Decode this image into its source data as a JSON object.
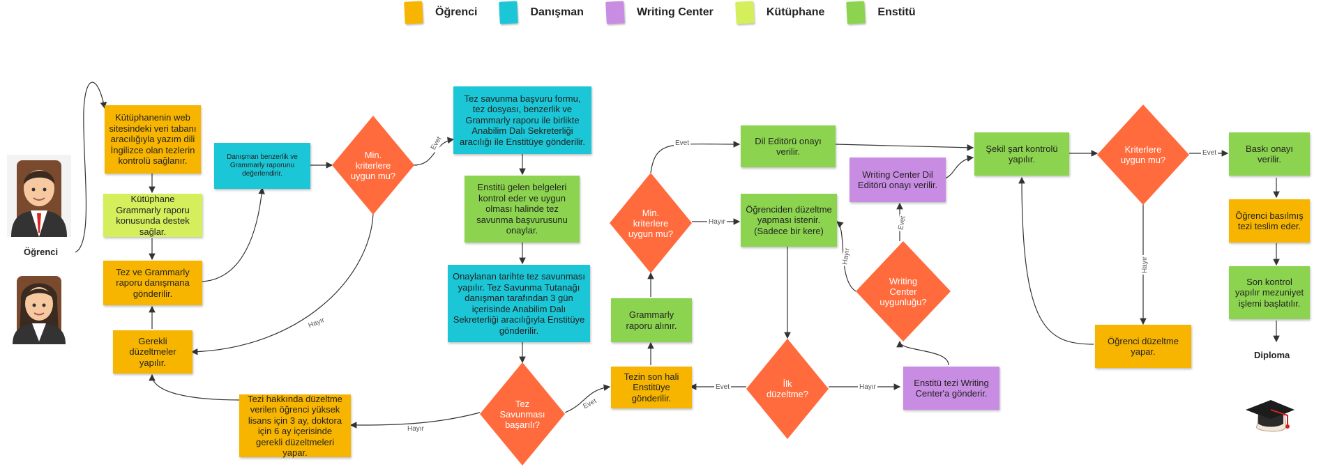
{
  "legend": [
    {
      "label": "Öğrenci",
      "color": "#f7b500"
    },
    {
      "label": "Danışman",
      "color": "#1bc6d6"
    },
    {
      "label": "Writing Center",
      "color": "#c88ce2"
    },
    {
      "label": "Kütüphane",
      "color": "#d4ee5c"
    },
    {
      "label": "Enstitü",
      "color": "#8cd44f"
    }
  ],
  "actors": {
    "student_label": "Öğrenci",
    "end_label": "Diploma"
  },
  "nodes": {
    "kutuphane_kontrol": "Kütüphanenin web sitesindeki veri tabanı aracılığıyla yazım dili İngilizce olan tezlerin kontrolü sağlanır.",
    "kutuphane_grammarly": "Kütüphane Grammarly raporu konusunda destek sağlar.",
    "tez_gonder": "Tez ve Grammarly raporu danışmana gönderilir.",
    "gerekli_duzeltme": "Gerekli düzeltmeler yapılır.",
    "danisman_deger": "Danışman benzerlik ve Grammarly raporunu değerlendirir.",
    "basvuru": "Tez savunma başvuru formu, tez dosyası, benzerlik ve Grammarly raporu ile birlikte Anabilim Dalı Sekreterliği aracılığı ile Enstitüye gönderilir.",
    "enstitu_onay": "Enstitü gelen belgeleri kontrol eder ve uygun olması halinde tez savunma başvurusunu onaylar.",
    "savunma": "Onaylanan tarihte tez savunması yapılır. Tez Savunma Tutanağı danışman tarafından 3 gün içerisinde Anabilim Dalı Sekreterliği aracılığıyla Enstitüye gönderilir.",
    "duzeltme_sure": "Tezi hakkında düzeltme verilen öğrenci yüksek lisans için 3 ay, doktora için 6 ay içerisinde gerekli düzeltmeleri yapar.",
    "son_hali": "Tezin son hali Enstitüye gönderilir.",
    "grammarly_alinir": "Grammarly raporu alınır.",
    "dil_editoru": "Dil Editörü onayı verilir.",
    "duzeltme_iste": "Öğrenciden düzeltme yapması istenir. (Sadece bir kere)",
    "wc_dil": "Writing Center Dil Editörü onayı verilir.",
    "wc_gonder": "Enstitü tezi Writing Center'a gönderir.",
    "sekil_sart": "Şekil şart kontrolü yapılır.",
    "ogrenci_duzelt": "Öğrenci düzeltme yapar.",
    "baski_onay": "Baskı onayı verilir.",
    "basilmis_teslim": "Öğrenci basılmış tezi teslim eder.",
    "son_kontrol": "Son kontrol yapılır mezuniyet işlemi başlatılır."
  },
  "decisions": {
    "min_kriter_1": "Min. kriterlere uygun mu?",
    "tez_savunma": "Tez Savunması başarılı?",
    "min_kriter_2": "Min. kriterlere uygun mu?",
    "ilk_duzeltme": "İlk düzeltme?",
    "wc_uygun": "Writing Center uygunluğu?",
    "kriter_uygun": "Kriterlere uygun mu?"
  },
  "edge_labels": {
    "evet": "Evet",
    "hayir": "Hayır"
  },
  "colors": {
    "decision": "#ff6b3d",
    "arrow": "#333333"
  }
}
